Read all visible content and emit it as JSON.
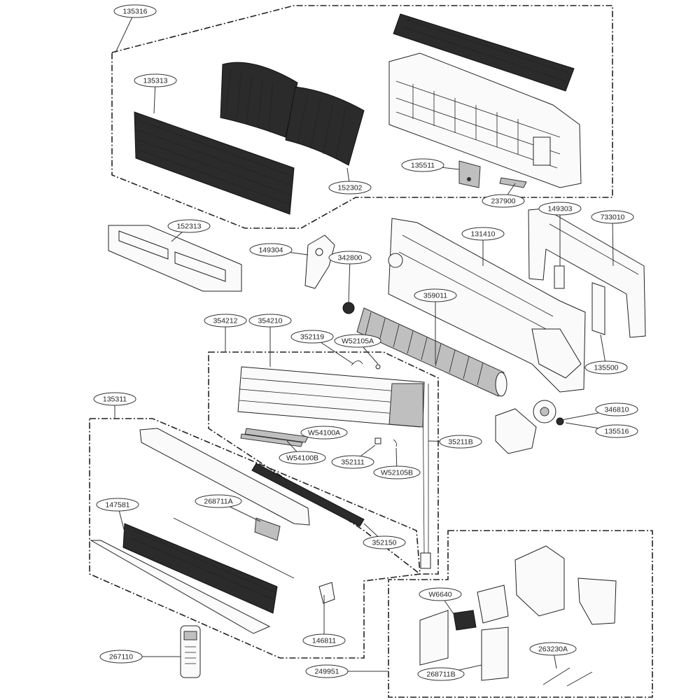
{
  "callouts": [
    {
      "id": "135316"
    },
    {
      "id": "135313"
    },
    {
      "id": "152302"
    },
    {
      "id": "135511"
    },
    {
      "id": "237900"
    },
    {
      "id": "152313"
    },
    {
      "id": "149304"
    },
    {
      "id": "342800"
    },
    {
      "id": "131410"
    },
    {
      "id": "149303"
    },
    {
      "id": "733010"
    },
    {
      "id": "359011"
    },
    {
      "id": "354212"
    },
    {
      "id": "354210"
    },
    {
      "id": "352119"
    },
    {
      "id": "W52105A"
    },
    {
      "id": "135500"
    },
    {
      "id": "346810"
    },
    {
      "id": "135516"
    },
    {
      "id": "135311"
    },
    {
      "id": "W54100A"
    },
    {
      "id": "W54100B"
    },
    {
      "id": "352111"
    },
    {
      "id": "W52105B"
    },
    {
      "id": "35211B"
    },
    {
      "id": "147581"
    },
    {
      "id": "268711A"
    },
    {
      "id": "352150"
    },
    {
      "id": "146811"
    },
    {
      "id": "267110"
    },
    {
      "id": "W6640"
    },
    {
      "id": "263230A"
    },
    {
      "id": "249951"
    },
    {
      "id": "268711B"
    }
  ]
}
